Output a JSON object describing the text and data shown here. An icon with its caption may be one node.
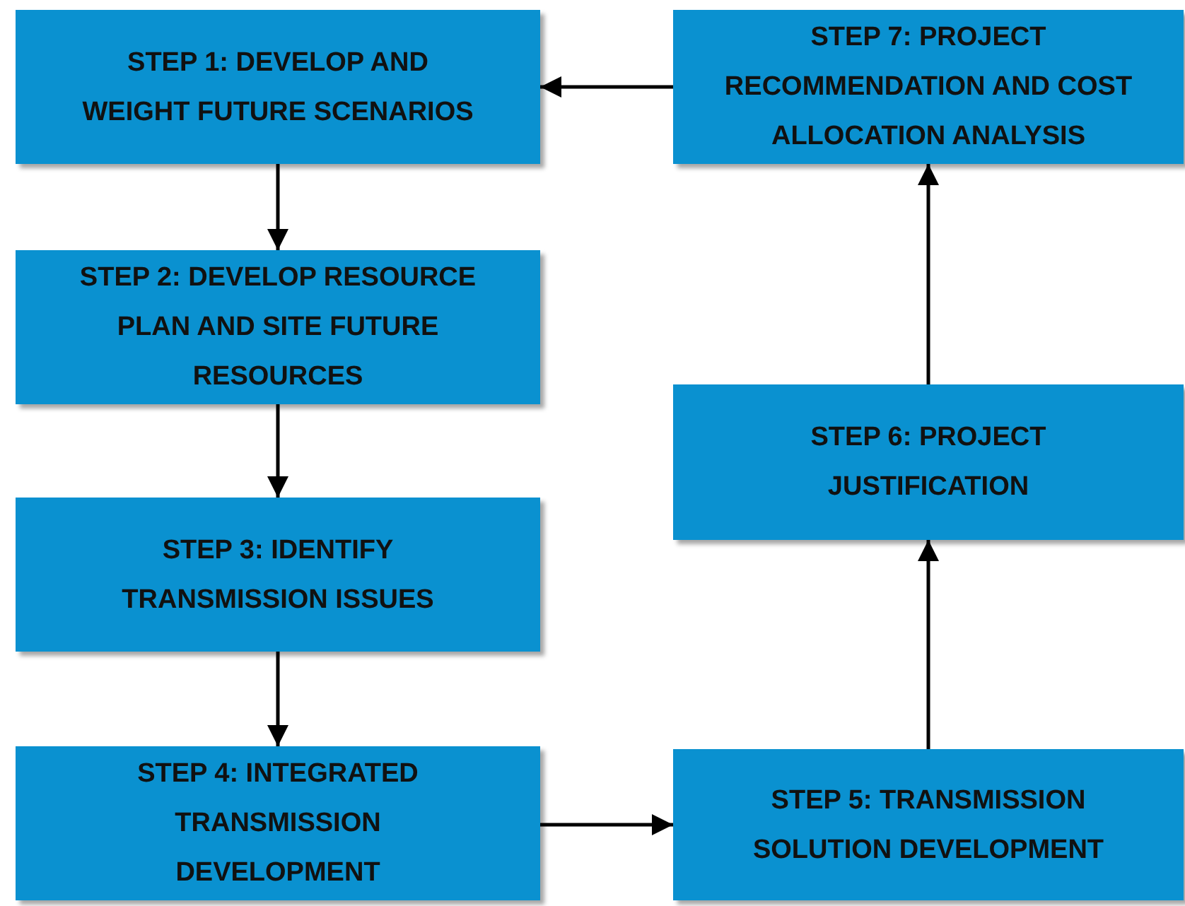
{
  "diagram": {
    "nodes": [
      {
        "text": [
          "STEP 1: DEVELOP AND WEIGHT FUTURE SCENARIOS"
        ]
      },
      {
        "text": [
          "STEP 2: DEVELOP RESOURCE PLAN AND SITE FUTURE RESOURCES"
        ]
      },
      {
        "text": [
          "STEP 3: IDENTIFY TRANSMISSION ISSUES"
        ]
      },
      {
        "text": [
          "STEP 4: INTEGRATED TRANSMISSION DEVELOPMENT"
        ]
      },
      {
        "text": [
          "STEP 5: TRANSMISSION SOLUTION DEVELOPMENT"
        ]
      },
      {
        "text": [
          "STEP 6: PROJECT JUSTIFICATION"
        ]
      },
      {
        "text": [
          "STEP 7: PROJECT RECOMMENDATION AND COST ALLOCATION ANALYSIS"
        ]
      }
    ],
    "edges": [
      {
        "from": 0,
        "to": 1,
        "arrow": "to"
      },
      {
        "from": 1,
        "to": 2,
        "arrow": "to"
      },
      {
        "from": 2,
        "to": 3,
        "arrow": "to"
      },
      {
        "from": 3,
        "to": 4,
        "arrow": "to"
      },
      {
        "from": 4,
        "to": 5,
        "arrow": "to"
      },
      {
        "from": 5,
        "to": 6,
        "arrow": "to"
      },
      {
        "from": 6,
        "to": 0,
        "arrow": "to"
      }
    ]
  }
}
